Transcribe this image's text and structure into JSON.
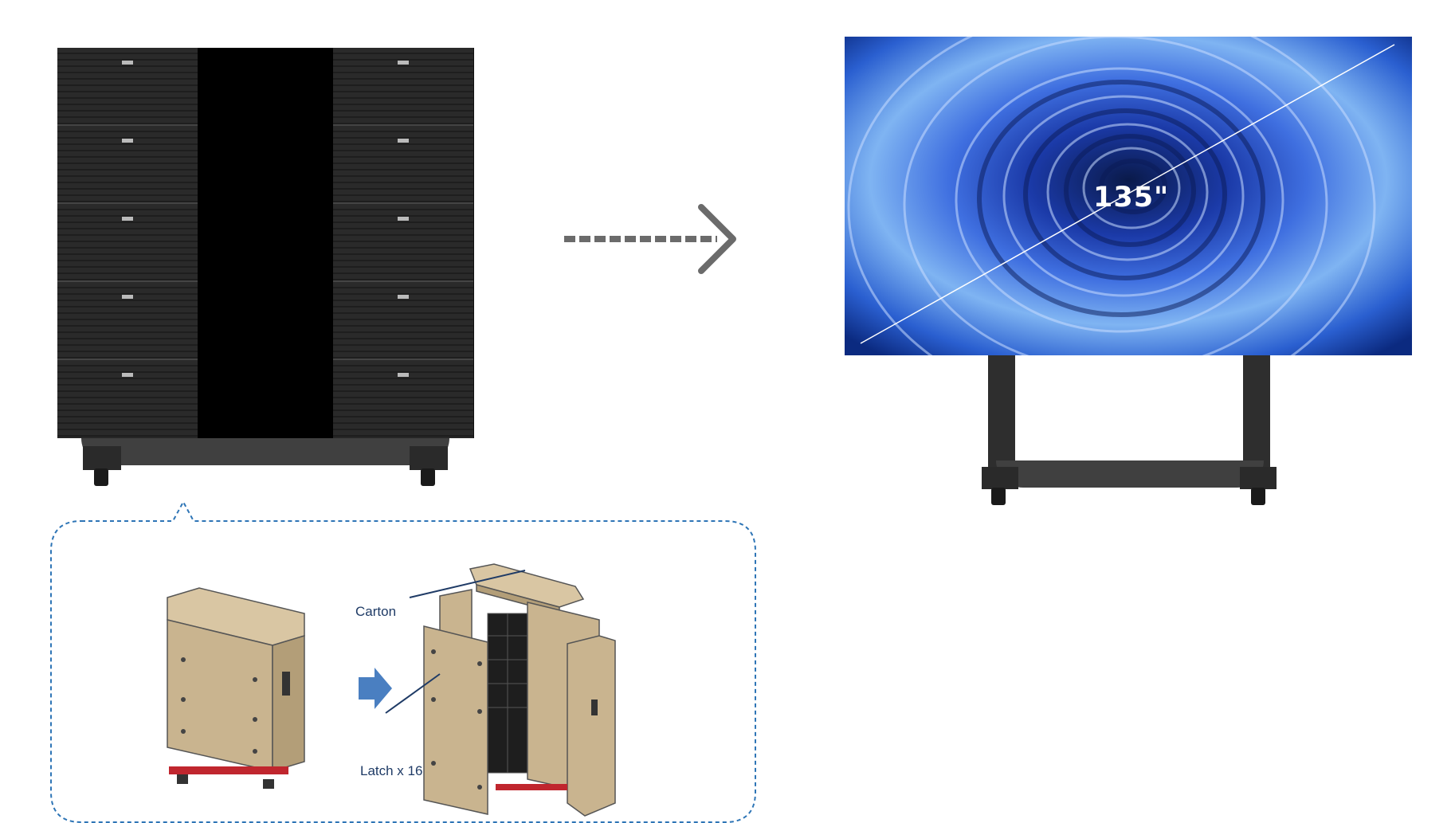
{
  "display": {
    "diagonal_label": "135\""
  },
  "packaging": {
    "carton_label": "Carton",
    "latch_label": "Latch x 16"
  },
  "colors": {
    "callout_border": "#2e75b6",
    "label_text": "#1f3b66",
    "arrow_gray": "#6b6b6b",
    "blue_arrow": "#4a7fc1",
    "carton_tan": "#c9b48f"
  }
}
